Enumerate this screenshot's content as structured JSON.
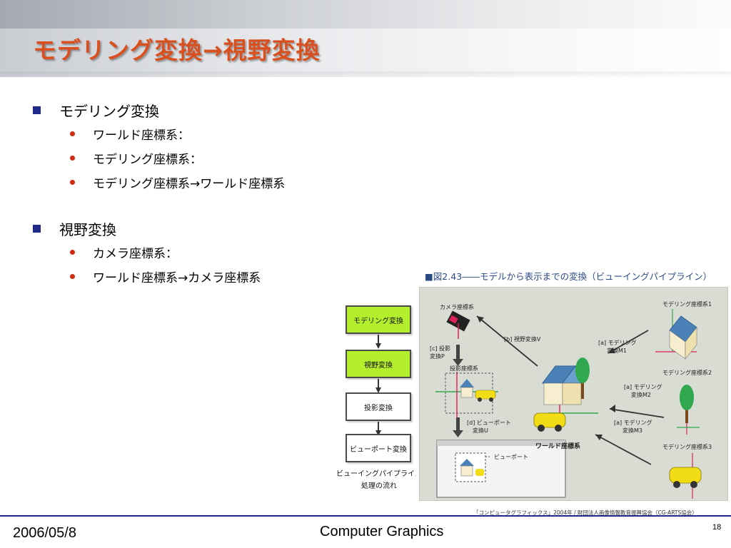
{
  "title": "モデリング変換→視野変換",
  "bullets": [
    {
      "label": "モデリング変換",
      "items": [
        "ワールド座標系：",
        "モデリング座標系：",
        "モデリング座標系→ワールド座標系"
      ]
    },
    {
      "label": "視野変換",
      "items": [
        "カメラ座標系：",
        "ワールド座標系→カメラ座標系"
      ]
    }
  ],
  "flow_diagram": {
    "steps": [
      "モデリング変換",
      "視野変換",
      "投影変換",
      "ビューポート変換"
    ],
    "caption_line1": "ビューイングパイプライン",
    "caption_line2": "処理の流れ"
  },
  "figure": {
    "title": "■図2.43――モデルから表示までの変換（ビューイングパイプライン）",
    "labels": {
      "camera": "カメラ座標系",
      "view": "[b] 視野変換V",
      "projection_step_1": "[c] 投影",
      "projection_step_2": "変換P",
      "projection_coords": "投影座標系",
      "viewport_step_1": "[d] ビューポート",
      "viewport_step_2": "変換U",
      "viewport": "ビューポート",
      "world": "ワールド座標系",
      "model1": "モデリング座標系1",
      "model2": "モデリング座標系2",
      "model3": "モデリング座標系3",
      "m1_line1": "[a] モデリング",
      "m1_line2": "変換M1",
      "m2_line1": "[a] モデリング",
      "m2_line2": "変換M2",
      "m3_line1": "[a] モデリング",
      "m3_line2": "変換M3"
    },
    "credit": "「コンピュータグラフィックス」2004年 / 財団法人画像情報教育振興協会（CG-ARTS協会）"
  },
  "footer": {
    "date": "2006/05/8",
    "course": "Computer Graphics",
    "page": "18"
  },
  "colors": {
    "title": "#d9501e",
    "bullet_square": "#1f2a8a",
    "bullet_dot": "#d12a12",
    "flow_highlight": "#b4ef2d",
    "footer_line": "#1f2a8a"
  }
}
